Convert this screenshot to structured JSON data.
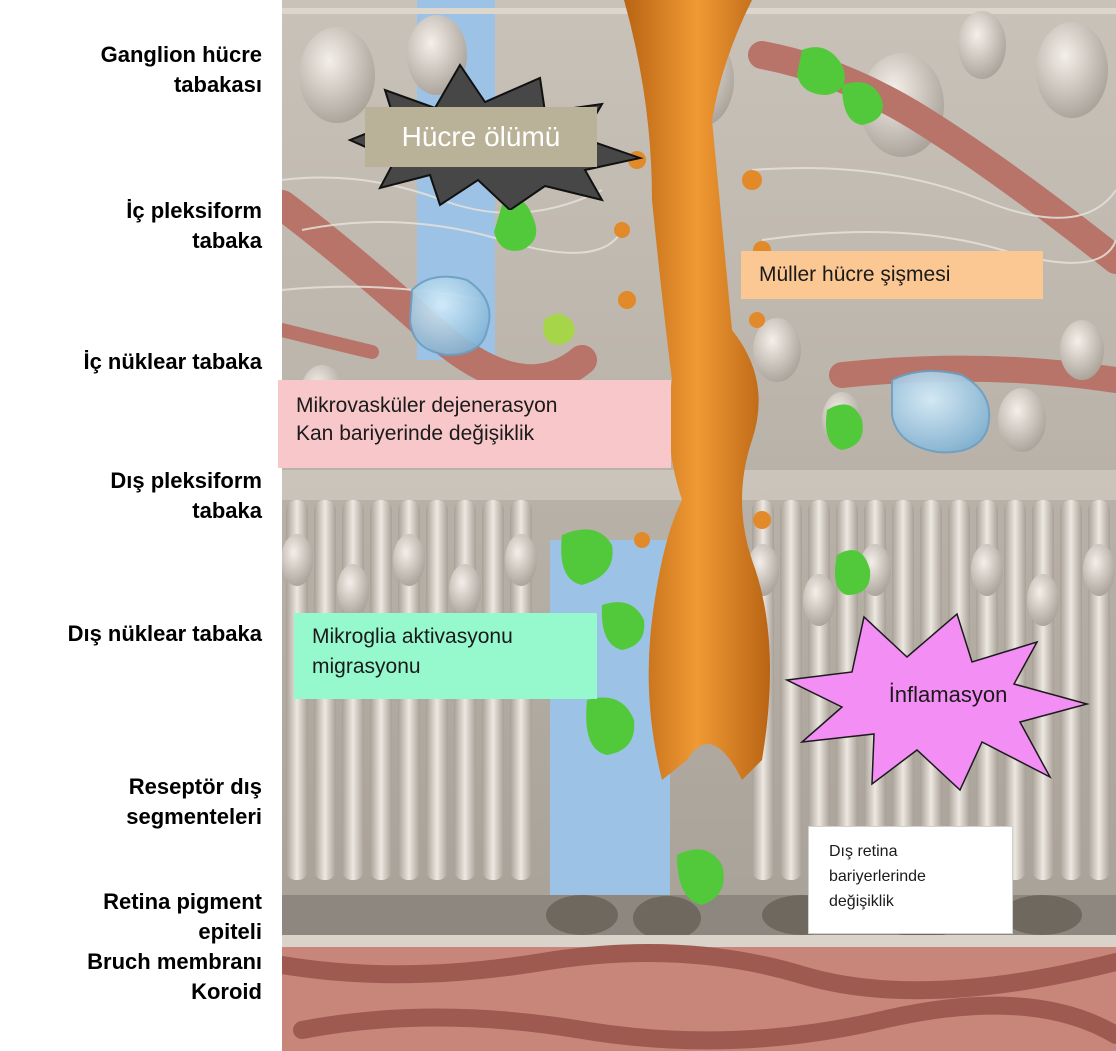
{
  "layer_labels": [
    {
      "text": "Ganglion hücre\ntabakası"
    },
    {
      "text": "İç pleksiform\ntabaka"
    },
    {
      "text": "İç nüklear tabaka"
    },
    {
      "text": "Dış pleksiform\ntabaka"
    },
    {
      "text": "Dış nüklear tabaka"
    },
    {
      "text": "Reseptör dış\nsegmenteleri"
    },
    {
      "text": "Retina pigment\nepiteli"
    },
    {
      "text": "Bruch membranı"
    },
    {
      "text": "Koroid"
    }
  ],
  "callouts": {
    "cell_death": "Hücre ölümü",
    "muller_swelling": "Müller hücre şişmesi",
    "microvascular_line1": "Mikrovasküler dejenerasyon",
    "microvascular_line2": "Kan bariyerinde değişiklik",
    "microglia_line1": "Mikroglia aktivasyonu",
    "microglia_line2": "migrasyonu",
    "inflammation": "İnflamasyon",
    "outer_barrier_line1": "Dış retina",
    "outer_barrier_line2": "bariyerlerinde",
    "outer_barrier_line3": "değişiklik"
  },
  "colors": {
    "cell_death_box": "#b9b298",
    "starburst_dark": "#474747",
    "muller_box": "#fbc792",
    "microvascular_box": "#f7c7c9",
    "microglia_box": "#96f9cd",
    "inflammation_star": "#f28ef4",
    "muller_cell": "#d9801f",
    "microglia": "#52c93a",
    "vessel": "#b87468"
  }
}
